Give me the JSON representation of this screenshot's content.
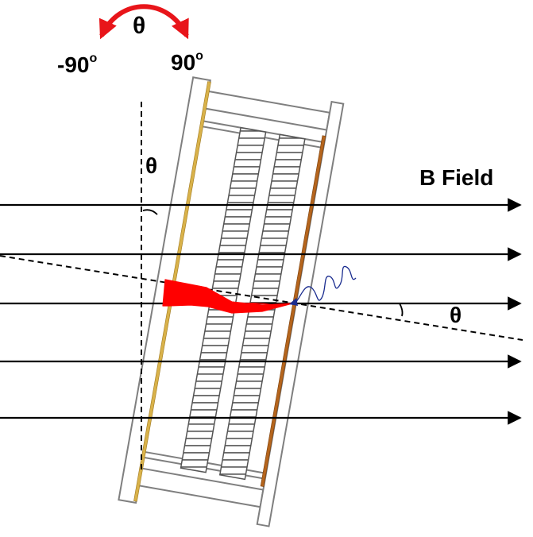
{
  "labels": {
    "theta_top": "θ",
    "angle_min": "-90",
    "angle_max": "90",
    "degree_mark": "o",
    "theta_vertical": "θ",
    "b_field": "B Field",
    "theta_right": "θ"
  },
  "colors": {
    "rotation_arrow": "#e8151a",
    "field_lines": "#000000",
    "front_plate": "#d9b24a",
    "back_plate": "#b5651d",
    "electron_track": "#ff0000",
    "photon": "#1a2c8f",
    "frame_fill": "#ffffff",
    "frame_stroke": "#7f7f7f",
    "coil_stroke": "#555555"
  },
  "icons": {
    "rotation_arrow": "curved-double-arrow",
    "photon": "wavy-line",
    "coil": "hatched-strip"
  }
}
